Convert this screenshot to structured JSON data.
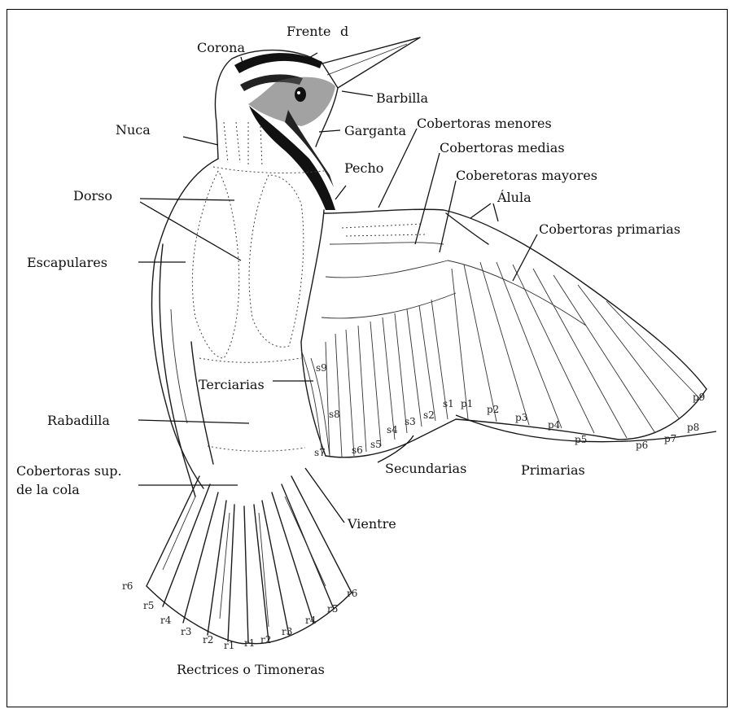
{
  "labels": {
    "frente": "Frente",
    "d": "d",
    "corona": "Corona",
    "barbilla": "Barbilla",
    "nuca": "Nuca",
    "garganta": "Garganta",
    "cobertoras_menores": "Cobertoras menores",
    "cobertoras_medias": "Cobertoras medias",
    "pecho": "Pecho",
    "dorso": "Dorso",
    "coberetoras_mayores": "Coberetoras mayores",
    "alula": "Álula",
    "cobertoras_primarias": "Cobertoras primarias",
    "escapulares": "Escapulares",
    "terciarias": "Terciarias",
    "rabadilla": "Rabadilla",
    "cobertoras_sup_1": "Cobertoras sup.",
    "cobertoras_sup_2": "de la cola",
    "vientre": "Vientre",
    "secundarias": "Secundarias",
    "primarias": "Primarias",
    "rectrices": "Rectrices o Timoneras"
  },
  "feather_codes": {
    "secondaries": [
      "s9",
      "s8",
      "s7",
      "s6",
      "s5",
      "s4",
      "s3",
      "s2",
      "s1"
    ],
    "primaries": [
      "p1",
      "p2",
      "p3",
      "p4",
      "p5",
      "p6",
      "p7",
      "p8",
      "p9"
    ],
    "rectrices_left": [
      "r6",
      "r5",
      "r4",
      "r3",
      "r2",
      "r1"
    ],
    "rectrices_right": [
      "r1",
      "r2",
      "r3",
      "r4",
      "r5",
      "r6"
    ]
  }
}
